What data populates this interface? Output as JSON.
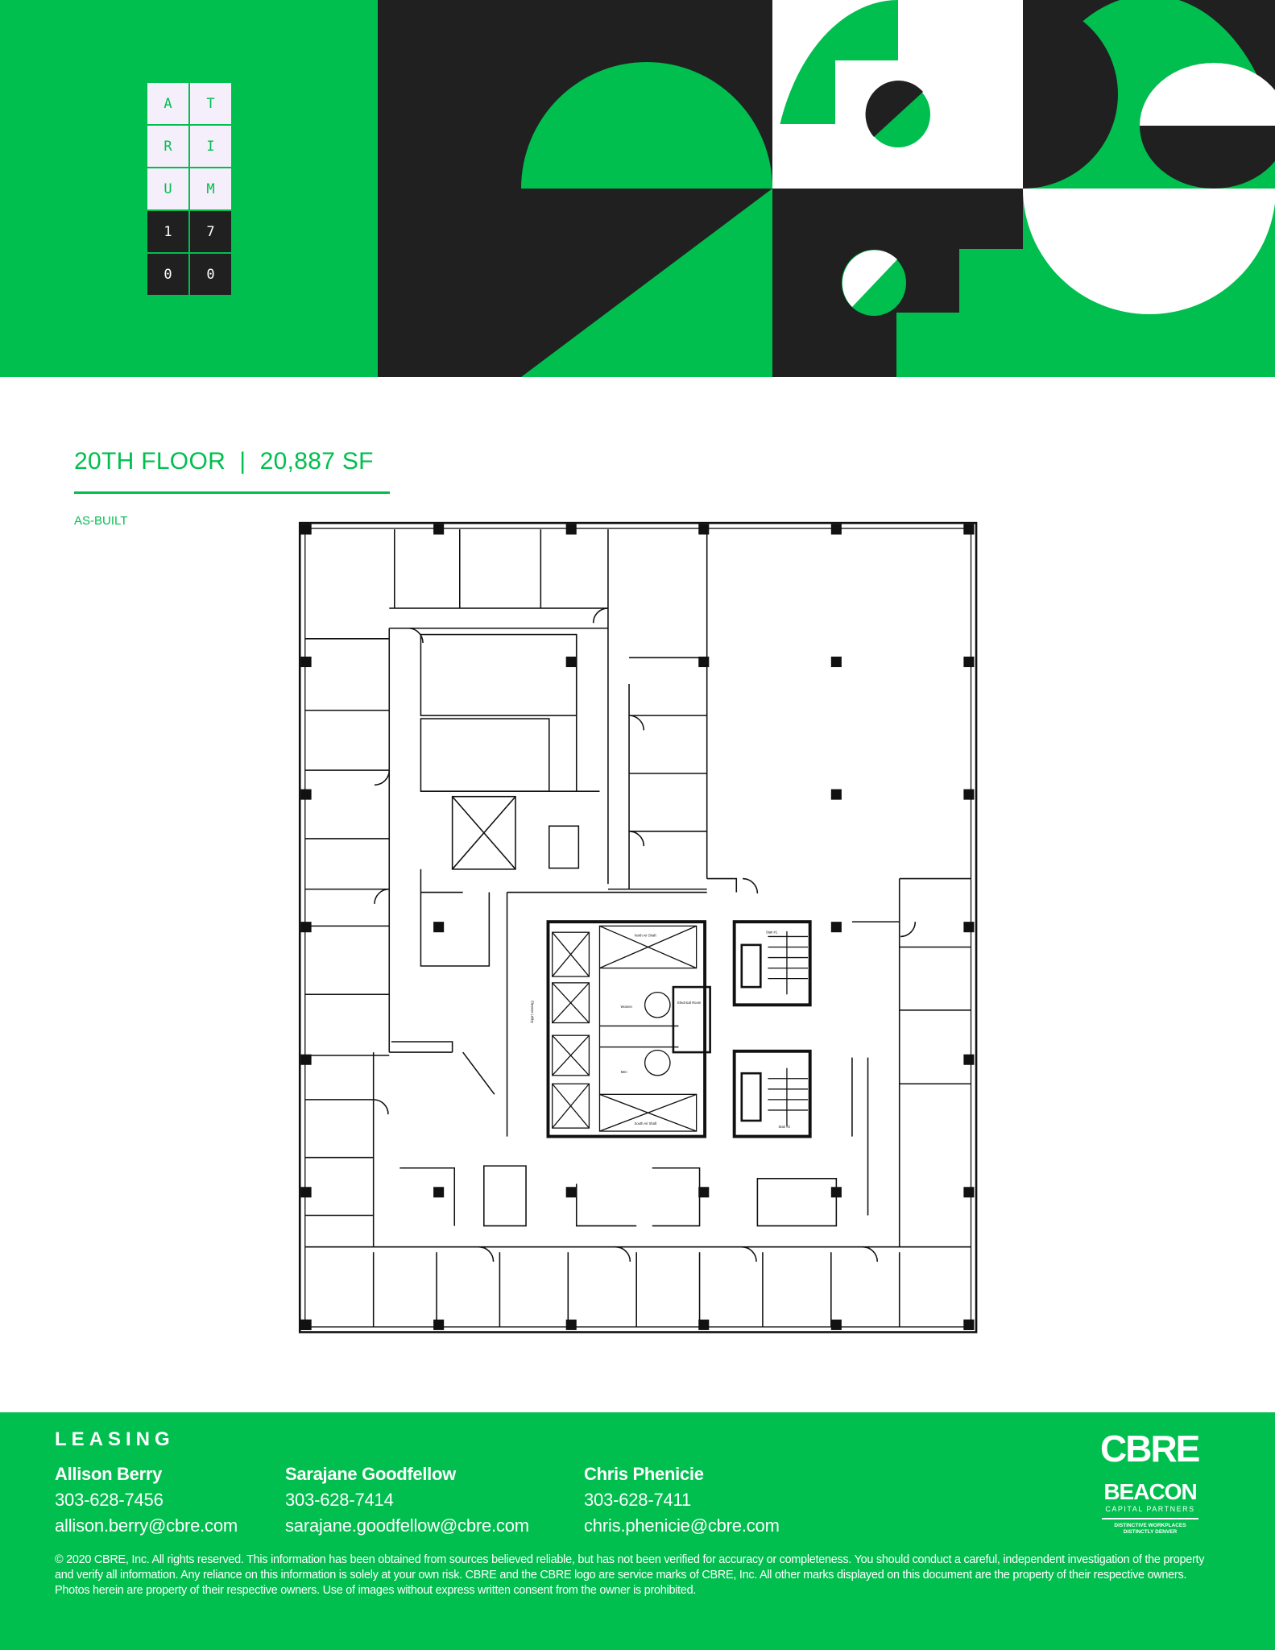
{
  "colors": {
    "brand_green": "#00bf4e",
    "dark": "#202020",
    "tile_light": "#f4effb"
  },
  "header": {
    "tiles": [
      {
        "char": "A",
        "style": "light"
      },
      {
        "char": "T",
        "style": "light"
      },
      {
        "char": "R",
        "style": "light"
      },
      {
        "char": "I",
        "style": "light"
      },
      {
        "char": "U",
        "style": "light"
      },
      {
        "char": "M",
        "style": "light"
      },
      {
        "char": "1",
        "style": "dark"
      },
      {
        "char": "7",
        "style": "dark"
      },
      {
        "char": "0",
        "style": "dark"
      },
      {
        "char": "0",
        "style": "dark"
      }
    ]
  },
  "floor": {
    "title": "20TH FLOOR  |  20,887 SF",
    "subtitle": "AS-BUILT",
    "plan_labels": {
      "elevator_lobby": "Elevator Lobby",
      "women": "Women",
      "men": "Men",
      "electrical_room": "Electrical Room",
      "stair_1": "Stair #1",
      "stair_2": "Stair #2",
      "north_shaft": "North Air Shaft",
      "south_shaft": "South Air Shaft"
    }
  },
  "footer": {
    "leasing_label": "LEASING",
    "contacts": [
      {
        "name": "Allison Berry",
        "phone": "303-628-7456",
        "email": "allison.berry@cbre.com"
      },
      {
        "name": "Sarajane Goodfellow",
        "phone": "303-628-7414",
        "email": "sarajane.goodfellow@cbre.com"
      },
      {
        "name": "Chris Phenicie",
        "phone": "303-628-7411",
        "email": "chris.phenicie@cbre.com"
      }
    ],
    "disclaimer": "© 2020 CBRE, Inc. All rights reserved. This information has been obtained from sources believed reliable, but has not been verified for accuracy or completeness. You should conduct a careful, independent investigation of the property and verify all information. Any reliance on this information is solely at your own risk. CBRE and the CBRE logo are service marks of CBRE, Inc. All other marks displayed on this document are the property of their respective owners. Photos herein are property of their respective owners. Use of images without express written consent from the owner is prohibited.",
    "cbre_logo": "CBRE",
    "beacon_logo": {
      "name": "BEACON",
      "sub": "CAPITAL PARTNERS",
      "tag1": "DISTINCTIVE WORKPLACES",
      "tag2": "DISTINCTLY DENVER"
    }
  }
}
